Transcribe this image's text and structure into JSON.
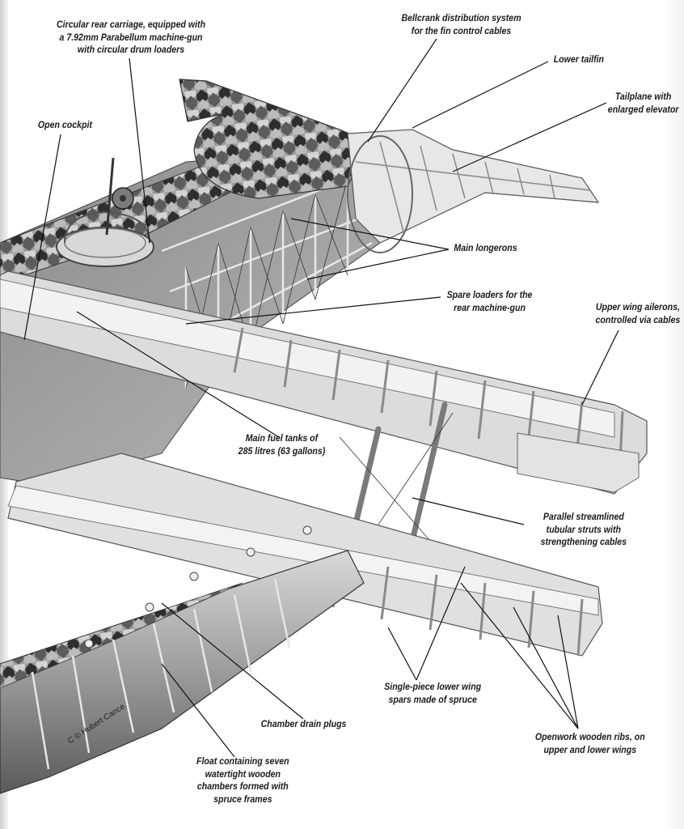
{
  "illustration": {
    "subject": "Biplane floatplane cutaway",
    "palette": {
      "background": "#ffffff",
      "frame_light": "#e6e6e6",
      "frame_mid": "#bdbdbd",
      "frame_dark": "#6e6e6e",
      "lozenge_dark": "#2e2e2e",
      "lozenge_mid": "#8a8a8a",
      "lozenge_light": "#d2d2d2",
      "ink": "#1a1a1a"
    },
    "credit": "C © Hubert Cance."
  },
  "callouts": [
    {
      "id": "rear-carriage",
      "lines": [
        "Circular rear carriage, equipped with",
        "a 7.92mm Parabellum machine-gun",
        "with circular drum loaders"
      ]
    },
    {
      "id": "bellcrank",
      "lines": [
        "Bellcrank distribution system",
        "for the fin control cables"
      ]
    },
    {
      "id": "lower-tailfin",
      "lines": [
        "Lower tailfin"
      ]
    },
    {
      "id": "tailplane",
      "lines": [
        "Tailplane with",
        "enlarged elevator"
      ]
    },
    {
      "id": "open-cockpit",
      "lines": [
        "Open cockpit"
      ]
    },
    {
      "id": "main-longerons",
      "lines": [
        "Main longerons"
      ]
    },
    {
      "id": "spare-loaders",
      "lines": [
        "Spare loaders for the",
        "rear machine-gun"
      ]
    },
    {
      "id": "upper-ailerons",
      "lines": [
        "Upper wing ailerons,",
        "controlled via cables"
      ]
    },
    {
      "id": "fuel-tanks",
      "lines": [
        "Main fuel tanks of",
        "285 litres (63 gallons)"
      ]
    },
    {
      "id": "struts",
      "lines": [
        "Parallel streamlined",
        "tubular struts with",
        "strengthening cables"
      ]
    },
    {
      "id": "lower-spars",
      "lines": [
        "Single-piece lower wing",
        "spars made of spruce"
      ]
    },
    {
      "id": "drain-plugs",
      "lines": [
        "Chamber drain plugs"
      ]
    },
    {
      "id": "wooden-ribs",
      "lines": [
        "Openwork wooden ribs, on",
        "upper and lower wings"
      ]
    },
    {
      "id": "float",
      "lines": [
        "Float containing seven",
        "watertight wooden",
        "chambers formed with",
        "spruce frames"
      ]
    }
  ]
}
